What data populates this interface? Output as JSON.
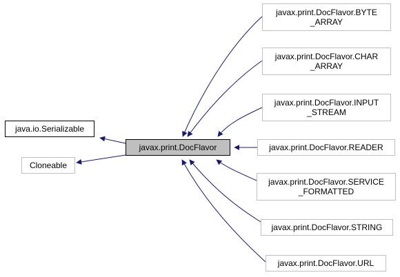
{
  "diagram": {
    "focus": "javax.print.DocFlavor",
    "parents": [
      {
        "label": "java.io.Serializable",
        "style": "black"
      },
      {
        "label": "Cloneable",
        "style": "grey"
      }
    ],
    "children": [
      {
        "label": "javax.print.DocFlavor.BYTE\n_ARRAY"
      },
      {
        "label": "javax.print.DocFlavor.CHAR\n_ARRAY"
      },
      {
        "label": "javax.print.DocFlavor.INPUT\n_STREAM"
      },
      {
        "label": "javax.print.DocFlavor.READER"
      },
      {
        "label": "javax.print.DocFlavor.SERVICE\n_FORMATTED"
      },
      {
        "label": "javax.print.DocFlavor.STRING"
      },
      {
        "label": "javax.print.DocFlavor.URL"
      }
    ],
    "colors": {
      "edge": "#191970",
      "focus_fill": "#bfbfbf",
      "node_border_grey": "#bfbfbf",
      "node_border_black": "#000000"
    }
  }
}
